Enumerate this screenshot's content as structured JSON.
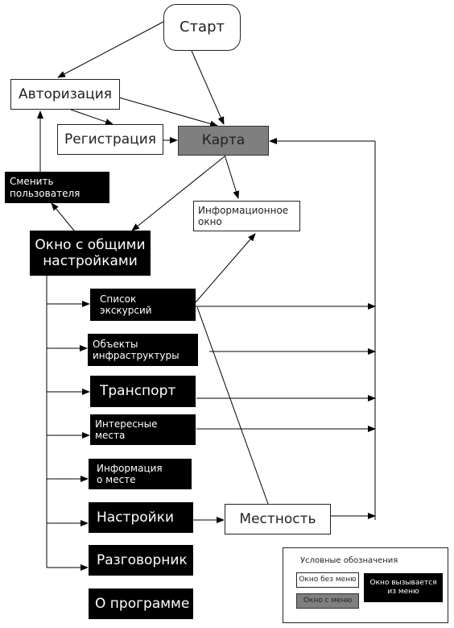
{
  "colors": {
    "black_box": "#000000",
    "gray_box": "#7f7f7f",
    "line": "#000000"
  },
  "nodes": {
    "start": "Старт",
    "auth": "Авторизация",
    "registration": "Регистрация",
    "map": "Карта",
    "switch_user": "Сменить\nпользователя",
    "info_window": "Информационное\nокно",
    "settings_window": "Окно с общими\nнастройками",
    "tour_list": "Список\nэкскурсий",
    "infra_objects": "Объекты\nинфраструктуры",
    "transport": "Транспорт",
    "interesting_places": "Интересные\nместа",
    "place_info": "Информация\nо месте",
    "settings": "Настройки",
    "locality": "Местность",
    "phrasebook": "Разговорник",
    "about": "О программе"
  },
  "legend": {
    "title": "Условные обозначения",
    "no_menu": "Окно без меню",
    "with_menu": "Окно с меню",
    "from_menu": "Окно вызывается\nиз меню"
  }
}
